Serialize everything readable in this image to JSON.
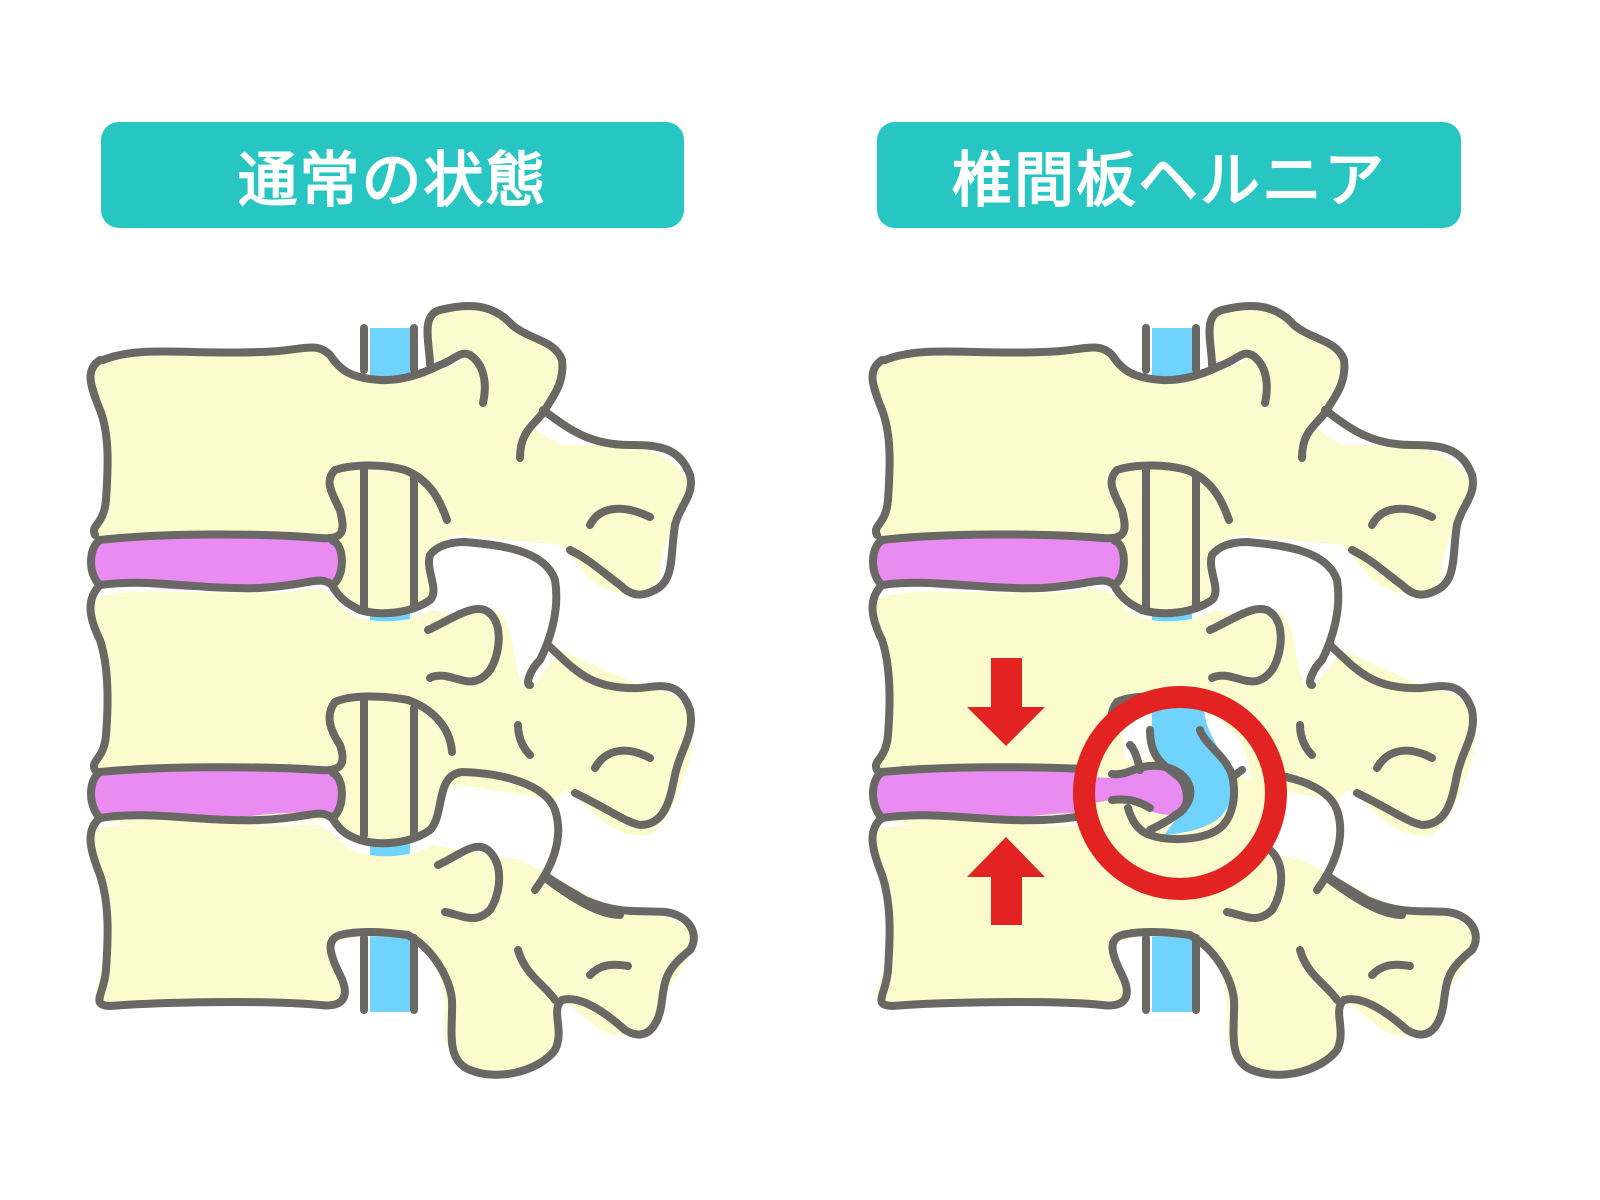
{
  "panels": [
    {
      "id": "normal",
      "title": "通常の状態",
      "description": "Normal lumbar spine, side view"
    },
    {
      "id": "hernia",
      "title": "椎間板ヘルニア",
      "description": "Herniated intervertebral disc compressing the nerve"
    }
  ],
  "colors": {
    "label_bg": "#28c6c2",
    "label_text": "#ffffff",
    "bone_fill": "#fbfbcd",
    "outline": "#6a6864",
    "disc_fill": "#e98bf0",
    "nerve_fill": "#6fd3fd",
    "highlight_red": "#e32222"
  },
  "annotations": {
    "compression_arrows": [
      "down-arrow",
      "up-arrow"
    ],
    "highlight": "herniation-circle"
  }
}
